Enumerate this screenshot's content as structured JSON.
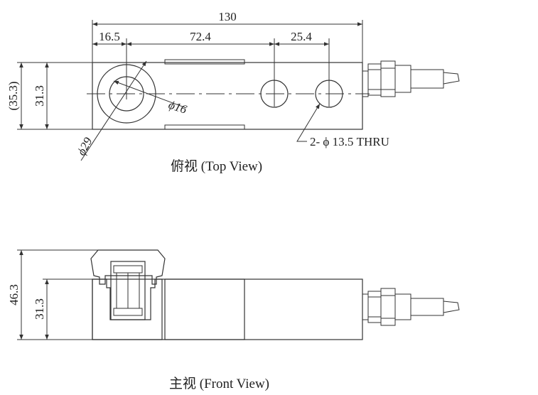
{
  "top_view": {
    "caption": "俯视 (Top View)",
    "dims": {
      "overall_length": "130",
      "left_to_hole": "16.5",
      "hole_spacing": "72.4",
      "mount_spacing": "25.4",
      "outer_height": "(35.3)",
      "body_height": "31.3",
      "bore_small": "ϕ16",
      "bore_large": "ϕ29",
      "thru_holes": "2- ϕ 13.5 THRU"
    }
  },
  "front_view": {
    "caption": "主视 (Front View)",
    "dims": {
      "total_height": "46.3",
      "body_height": "31.3"
    }
  }
}
